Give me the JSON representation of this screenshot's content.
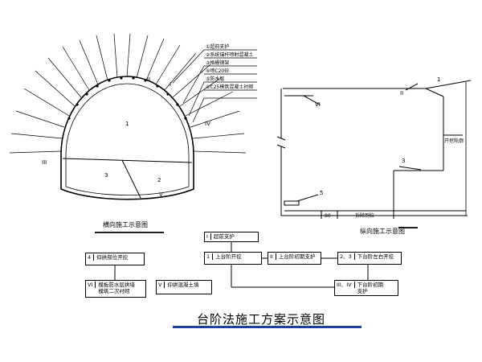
{
  "colors": {
    "line": "#000000",
    "accent": "#1f3f9f"
  },
  "cross_section": {
    "caption": "横向施工示意图",
    "region_labels": {
      "top": "1",
      "lower_left": "3",
      "lower_right": "2",
      "invert": "V"
    },
    "side_labels": {
      "left": "III",
      "right": "IV",
      "top_left": "II",
      "top_right": "I"
    },
    "legend": [
      "①超前支护",
      "②系统锚杆喷射混凝土",
      "③格栅钢架",
      "④喷C20砼",
      "⑤防水层",
      "⑥C25模筑混凝土衬砌"
    ]
  },
  "longitudinal": {
    "caption": "纵向施工示意图",
    "labels": {
      "top": "II",
      "top_num": "1",
      "left_vi": "VI",
      "bench": "3",
      "lower": "5",
      "right_label": "开挖轮廓"
    },
    "dims": [
      "80",
      "拆除到位"
    ]
  },
  "flow": {
    "boxes": {
      "advance_support": {
        "num": "I",
        "text": "超前支护"
      },
      "top_excavate": {
        "num": "1",
        "text": "上台阶开挖"
      },
      "top_support": {
        "num": "II",
        "text": "上台阶初期支护"
      },
      "bench_excavate": {
        "num": "2、3",
        "text": "下台阶左右开挖"
      },
      "bench_support": {
        "num": "III、IV",
        "text": "下台阶初期支护"
      },
      "invert_fill": {
        "num": "V",
        "text": "仰拱混凝土填"
      },
      "lining": {
        "num": "VI",
        "text": "模板防水层拱墙模筑二次衬砌"
      },
      "invert_excavate": {
        "num": "4",
        "text": "仰拱部位开挖"
      }
    },
    "title": "台阶法施工方案示意图"
  }
}
